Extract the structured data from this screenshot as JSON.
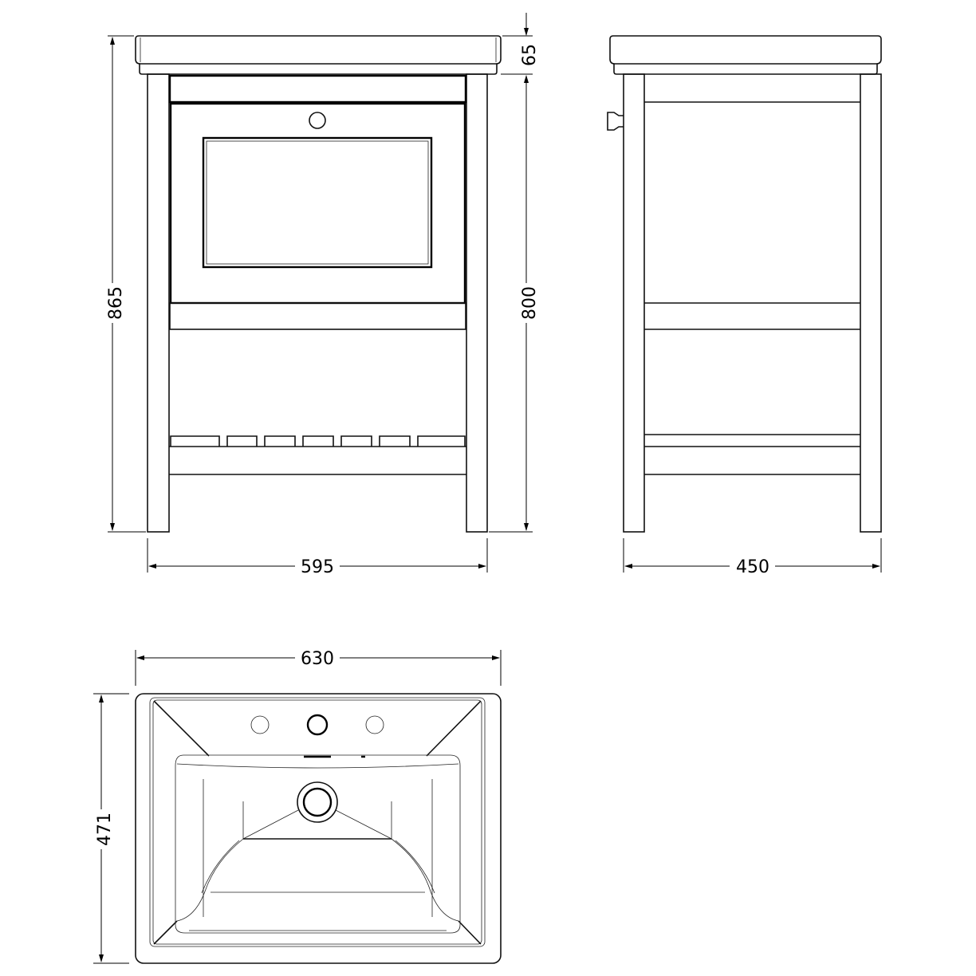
{
  "dimensions": {
    "front_overall_height": "865",
    "front_cabinet_height": "800",
    "basin_thickness": "65",
    "front_width": "595",
    "side_depth": "450",
    "basin_width": "630",
    "basin_depth": "471"
  },
  "colors": {
    "line": "#000000",
    "background": "#ffffff"
  }
}
